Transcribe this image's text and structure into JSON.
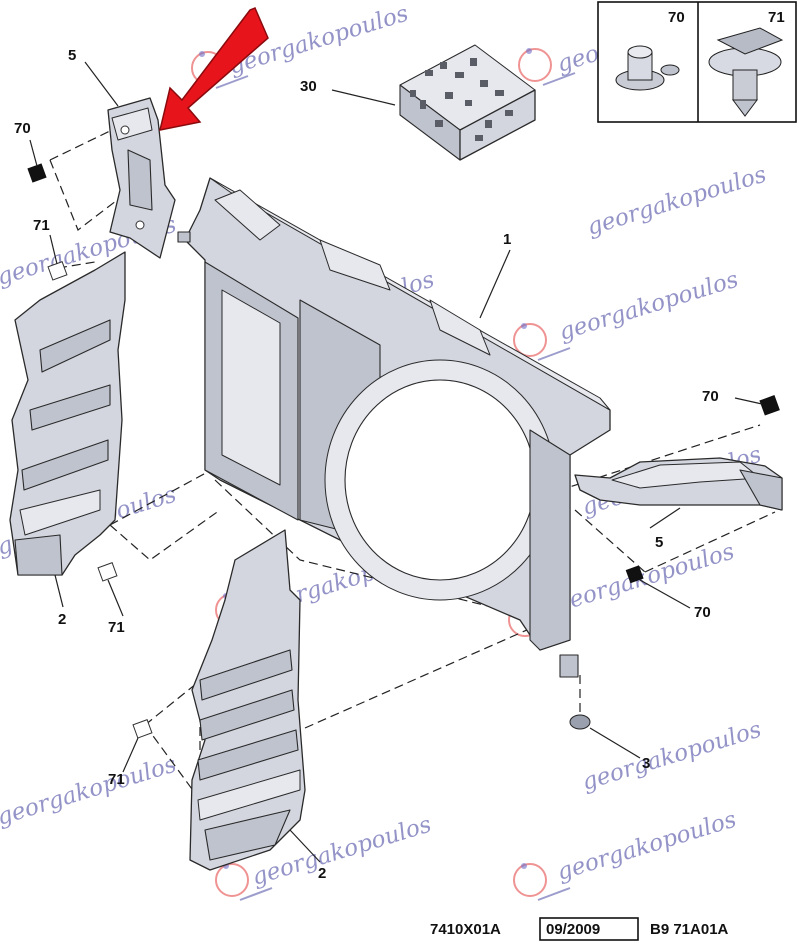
{
  "callouts": {
    "c5_top": "5",
    "c70_left": "70",
    "c71_left": "71",
    "c30": "30",
    "c1": "1",
    "c70_right_top": "70",
    "c5_right": "5",
    "c70_right_bottom": "70",
    "c2_left": "2",
    "c71_lower_left": "71",
    "c71_bottom": "71",
    "c3": "3",
    "c2_bottom": "2",
    "inset_70": "70",
    "inset_71": "71"
  },
  "footer": {
    "code_left": "7410X01A",
    "date": "09/2009",
    "code_right": "B9 71A01A"
  },
  "watermark": {
    "text": "georgakopoulos"
  },
  "colors": {
    "arrow": "#e8141c",
    "watermark_blue": "#3c3c9c",
    "watermark_logo_red": "#e23a3a",
    "part_fill": "#d3d6df"
  }
}
